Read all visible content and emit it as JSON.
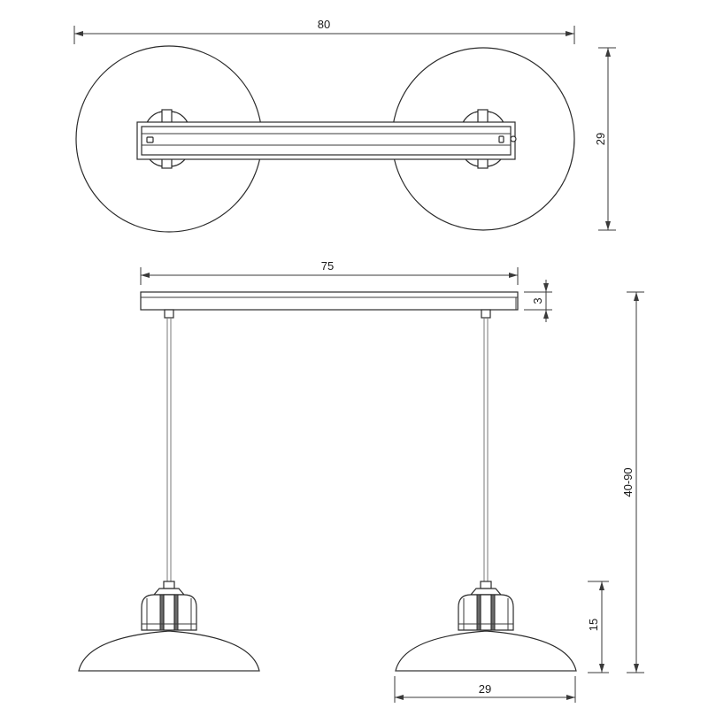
{
  "dimensions": {
    "total_width": "80",
    "depth": "29",
    "bar_length": "75",
    "bar_height": "3",
    "hanging_height": "40-90",
    "shade_height": "15",
    "shade_diameter": "29"
  },
  "colors": {
    "line": "#2b2b2b",
    "dimension_line": "#3a3a3a",
    "cable": "#7a7a7a",
    "fill": "#ffffff"
  }
}
